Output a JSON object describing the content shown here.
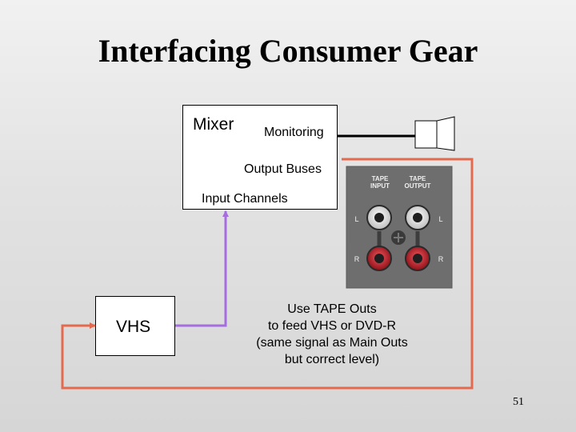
{
  "slide": {
    "title": "Interfacing Consumer Gear",
    "page_number": "51"
  },
  "mixer": {
    "label": "Mixer",
    "monitoring": "Monitoring",
    "output_buses": "Output Buses",
    "input_channels": "Input Channels"
  },
  "vhs": {
    "label": "VHS"
  },
  "panel": {
    "tape_input": [
      "TAPE",
      "INPUT"
    ],
    "tape_output": [
      "TAPE",
      "OUTPUT"
    ],
    "left": "L",
    "right": "R"
  },
  "note": {
    "lines": [
      "Use TAPE Outs",
      "to feed VHS or DVD-R",
      "(same signal as Main Outs",
      "but correct level)"
    ]
  },
  "colors": {
    "signal_out": "#e46a4f",
    "signal_in": "#a56de0",
    "jack_white": "#f2f2f2",
    "jack_red": "#c8202a",
    "panel": "#6e6e6e"
  }
}
